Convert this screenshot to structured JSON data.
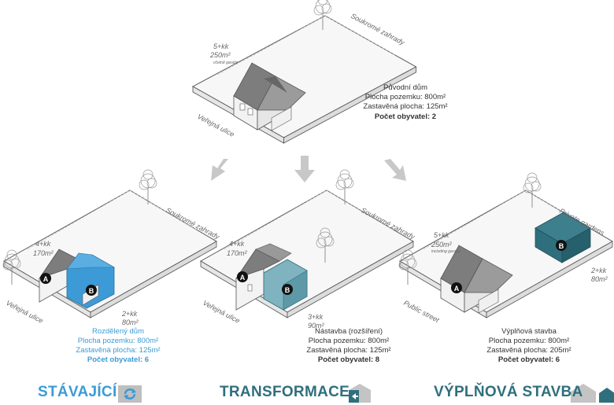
{
  "colors": {
    "blue": "#3c9bd6",
    "teal": "#2f6f7d",
    "tealLight": "#7fb3bf",
    "gray": "#8e8e8e",
    "lightGray": "#c4c4c4"
  },
  "top": {
    "unit_type": "5+kk",
    "unit_area": "250m²",
    "unit_note": "včetně garáže",
    "garden": "Soukromé zahrady",
    "street": "Veřejná ulice",
    "title": "Původní dům",
    "plot": "Plocha pozemku: 800m²",
    "built": "Zastavěná plocha: 125m²",
    "residents": "Počet obyvatel: 2"
  },
  "left": {
    "unit_a_type": "4+kk",
    "unit_a_area": "170m²",
    "unit_b_type": "2+kk",
    "unit_b_area": "80m²",
    "badge_a": "A",
    "badge_b": "B",
    "garden": "Soukromé zahrady",
    "street": "Veřejná ulice",
    "title": "Rozdělený dům",
    "plot": "Plocha pozemku: 800m²",
    "built": "Zastavěná plocha: 125m²",
    "residents": "Počet obyvatel: 6"
  },
  "middle": {
    "unit_a_type": "4+kk",
    "unit_a_area": "170m²",
    "unit_b_type": "3+kk",
    "unit_b_area": "90m²",
    "badge_a": "A",
    "badge_b": "B",
    "garden": "Soukromé zahrady",
    "street": "Veřejná ulice",
    "title": "Nástavba (rozšíření)",
    "plot": "Plocha pozemku: 800m²",
    "built": "Zastavěná plocha: 125m²",
    "residents": "Počet obyvatel: 8"
  },
  "right": {
    "unit_a_type": "5+kk",
    "unit_a_area": "250m²",
    "unit_a_note": "including garage",
    "unit_b_type": "2+kk",
    "unit_b_area": "80m²",
    "badge_a": "A",
    "badge_b": "B",
    "garden": "Private gardens",
    "street": "Public street",
    "title": "Výplňová stavba",
    "plot": "Plocha pozemku: 800m²",
    "built": "Zastavěná plocha: 205m²",
    "residents": "Počet obyvatel: 6"
  },
  "legend": {
    "existing": "STÁVAJÍCÍ",
    "transformation": "TRANSFORMACE",
    "infill": "VÝPLŇOVÁ STAVBA"
  }
}
